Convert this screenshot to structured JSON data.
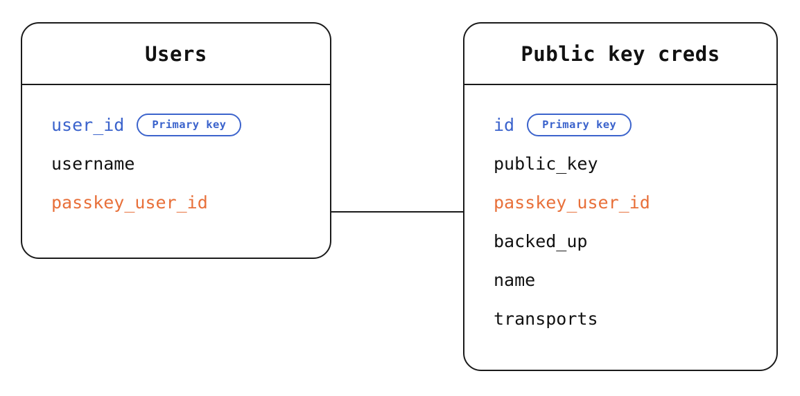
{
  "diagram": {
    "type": "entity-relationship-diagram",
    "background_color": "#ffffff",
    "colors": {
      "primary_key": "#3b63cc",
      "foreign_key": "#e8703a",
      "text": "#111111",
      "border": "#1a1a1a"
    },
    "badge_label": "Primary key"
  },
  "entities": [
    {
      "id": "users",
      "title": "Users",
      "fields": [
        {
          "name": "user_id",
          "role": "pk",
          "badge": "Primary key"
        },
        {
          "name": "username",
          "role": "plain",
          "badge": null
        },
        {
          "name": "passkey_user_id",
          "role": "fk",
          "badge": null
        }
      ]
    },
    {
      "id": "public_key_creds",
      "title": "Public key creds",
      "fields": [
        {
          "name": "id",
          "role": "pk",
          "badge": "Primary key"
        },
        {
          "name": "public_key",
          "role": "plain",
          "badge": null
        },
        {
          "name": "passkey_user_id",
          "role": "fk",
          "badge": null
        },
        {
          "name": "backed_up",
          "role": "plain",
          "badge": null
        },
        {
          "name": "name",
          "role": "plain",
          "badge": null
        },
        {
          "name": "transports",
          "role": "plain",
          "badge": null
        }
      ]
    }
  ],
  "relationship": {
    "from_entity": "users",
    "from_field": "passkey_user_id",
    "to_entity": "public_key_creds",
    "to_field": "passkey_user_id",
    "style": "straight-line"
  }
}
